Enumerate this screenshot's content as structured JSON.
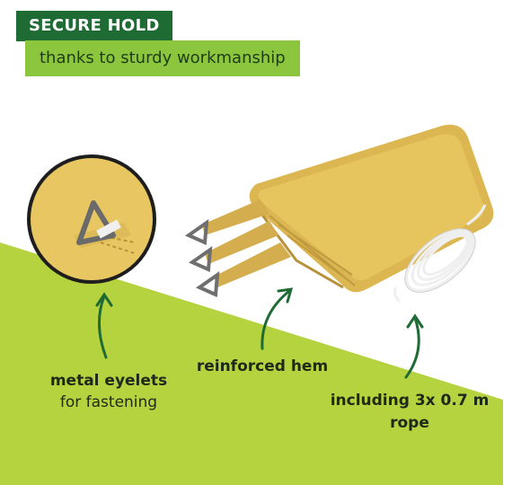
{
  "header": {
    "title": "SECURE HOLD",
    "subtitle": "thanks to sturdy workmanship"
  },
  "callouts": {
    "eyelets_title": "metal eyelets",
    "eyelets_sub": "for fastening",
    "hem": "reinforced hem",
    "rope_line1": "including 3x 0.7 m",
    "rope_line2": "rope"
  },
  "colors": {
    "title_bg": "#1e6b34",
    "subtitle_bg": "#8cc63f",
    "ground": "#b5d23f",
    "sail": "#e2bf55",
    "arrow": "#1e6b34"
  }
}
